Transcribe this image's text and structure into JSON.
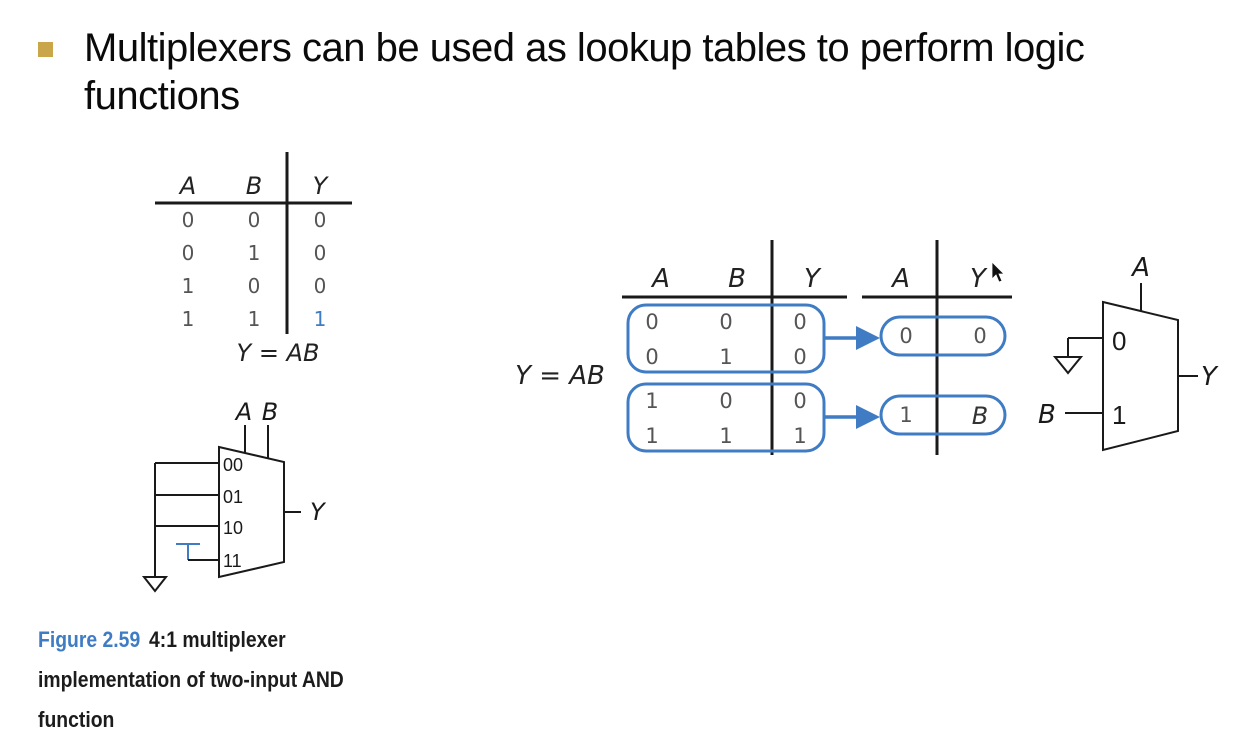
{
  "slide": {
    "bullet_text": "Multiplexers can be used as lookup tables to perform logic functions",
    "bullet_color": "#c9a64a"
  },
  "figure_left": {
    "truth_table": {
      "headers": [
        "A",
        "B",
        "Y"
      ],
      "rows": [
        [
          "0",
          "0",
          "0"
        ],
        [
          "0",
          "1",
          "0"
        ],
        [
          "1",
          "0",
          "0"
        ],
        [
          "1",
          "1",
          "1"
        ]
      ],
      "equation": "Y = AB"
    },
    "mux4": {
      "select_labels": [
        "A",
        "B"
      ],
      "input_labels": [
        "00",
        "01",
        "10",
        "11"
      ],
      "output_label": "Y",
      "ground_symbol": "ground-icon",
      "vdd_symbol": "vdd-icon"
    },
    "caption": {
      "number": "Figure 2.59",
      "text": "4:1 multiplexer implementation of two-input AND function"
    }
  },
  "figure_right": {
    "equation": "Y = AB",
    "full_table": {
      "headers": [
        "A",
        "B",
        "Y"
      ],
      "rows": [
        [
          "0",
          "0",
          "0"
        ],
        [
          "0",
          "1",
          "0"
        ],
        [
          "1",
          "0",
          "0"
        ],
        [
          "1",
          "1",
          "1"
        ]
      ]
    },
    "reduced_table": {
      "headers": [
        "A",
        "Y"
      ],
      "rows": [
        [
          "0",
          "0"
        ],
        [
          "1",
          "B"
        ]
      ]
    },
    "mux2": {
      "select_label": "A",
      "input_labels": [
        "0",
        "1"
      ],
      "input_b_label": "B",
      "output_label": "Y"
    },
    "highlight_color": "#3f7cc4"
  }
}
